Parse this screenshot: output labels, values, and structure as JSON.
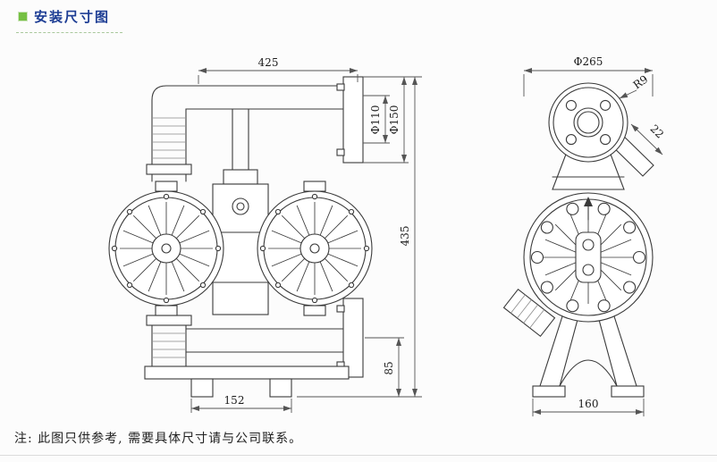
{
  "header": {
    "title": "安装尺寸图"
  },
  "note": {
    "text": "注: 此图只供参考, 需要具体尺寸请与公司联系。"
  },
  "accent_colors": {
    "bullet_green": "#76c043",
    "title_blue": "#1d3d94",
    "line_dark": "#3a3a3a"
  },
  "drawing": {
    "front_view": {
      "dims": {
        "top_width": "425",
        "flange_bore": "Φ110",
        "flange_od": "Φ150",
        "overall_height": "435",
        "inlet_height": "85",
        "foot_spacing": "152"
      }
    },
    "side_view": {
      "dims": {
        "top_diameter": "Φ265",
        "corner_radius": "R9",
        "bracket_width": "22",
        "base_width": "160"
      }
    }
  }
}
